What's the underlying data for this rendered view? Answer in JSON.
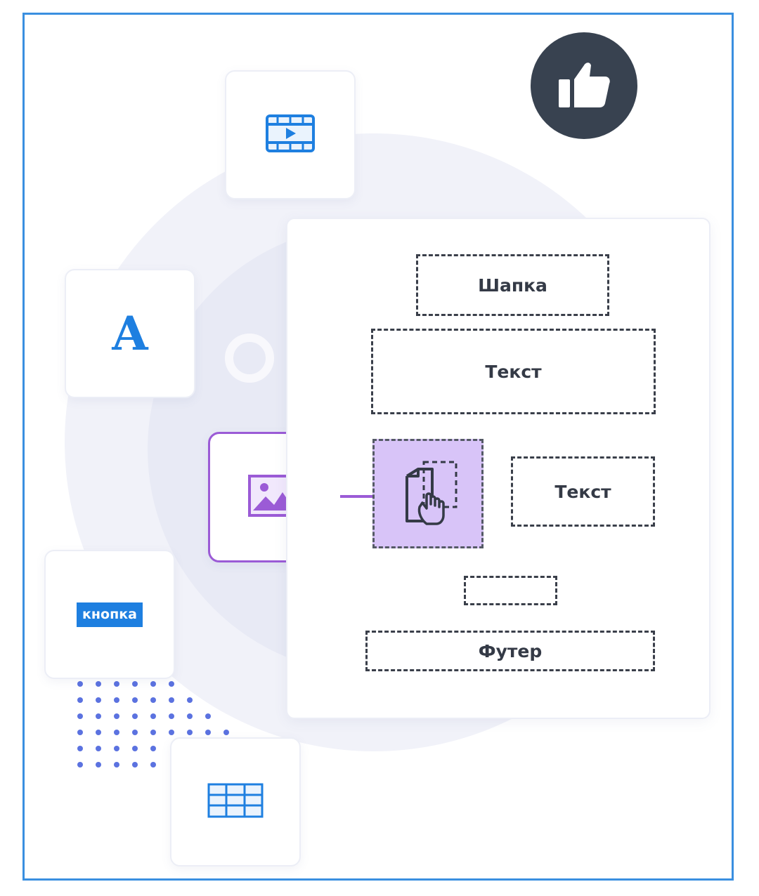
{
  "slots": {
    "header": "Шапка",
    "text_1": "Текст",
    "text_2": "Текст",
    "footer": "Футер"
  },
  "tiles": {
    "font_letter": "A",
    "button_label": "кнопка"
  },
  "icons": {
    "video": "video-film-icon",
    "font": "font-letter-icon",
    "image": "image-picture-icon",
    "button": "button-icon",
    "table": "table-grid-icon",
    "drag_drop": "drag-drop-hand-icon",
    "like": "thumbs-up-icon"
  },
  "colors": {
    "frame_border": "#3a8fe0",
    "accent_blue": "#1e7fe0",
    "accent_purple": "#9b5bd6",
    "drop_zone": "#d8c4f8",
    "like_circle": "#384250",
    "dots": "#5b72e0"
  }
}
